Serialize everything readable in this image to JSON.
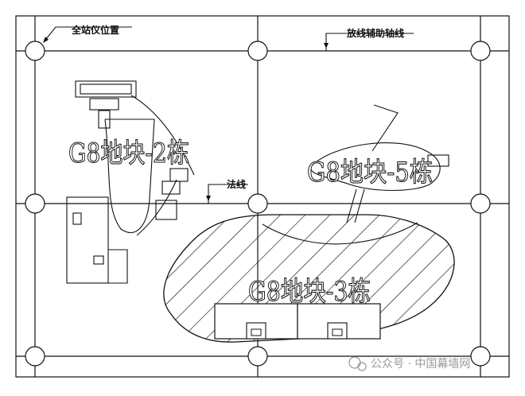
{
  "labels": {
    "total_station": "全站仪位置",
    "auxiliary_axis": "放线辅助轴线",
    "normal_line": "法线"
  },
  "buildings": {
    "b2": "G8地块-2栋",
    "b5": "G8地块-5栋",
    "b3": "G8地块-3栋"
  },
  "watermark": "公众号 · 中国幕墙网",
  "colors": {
    "line": "#111111",
    "background": "#ffffff",
    "watermark": "#9a9a9a"
  }
}
